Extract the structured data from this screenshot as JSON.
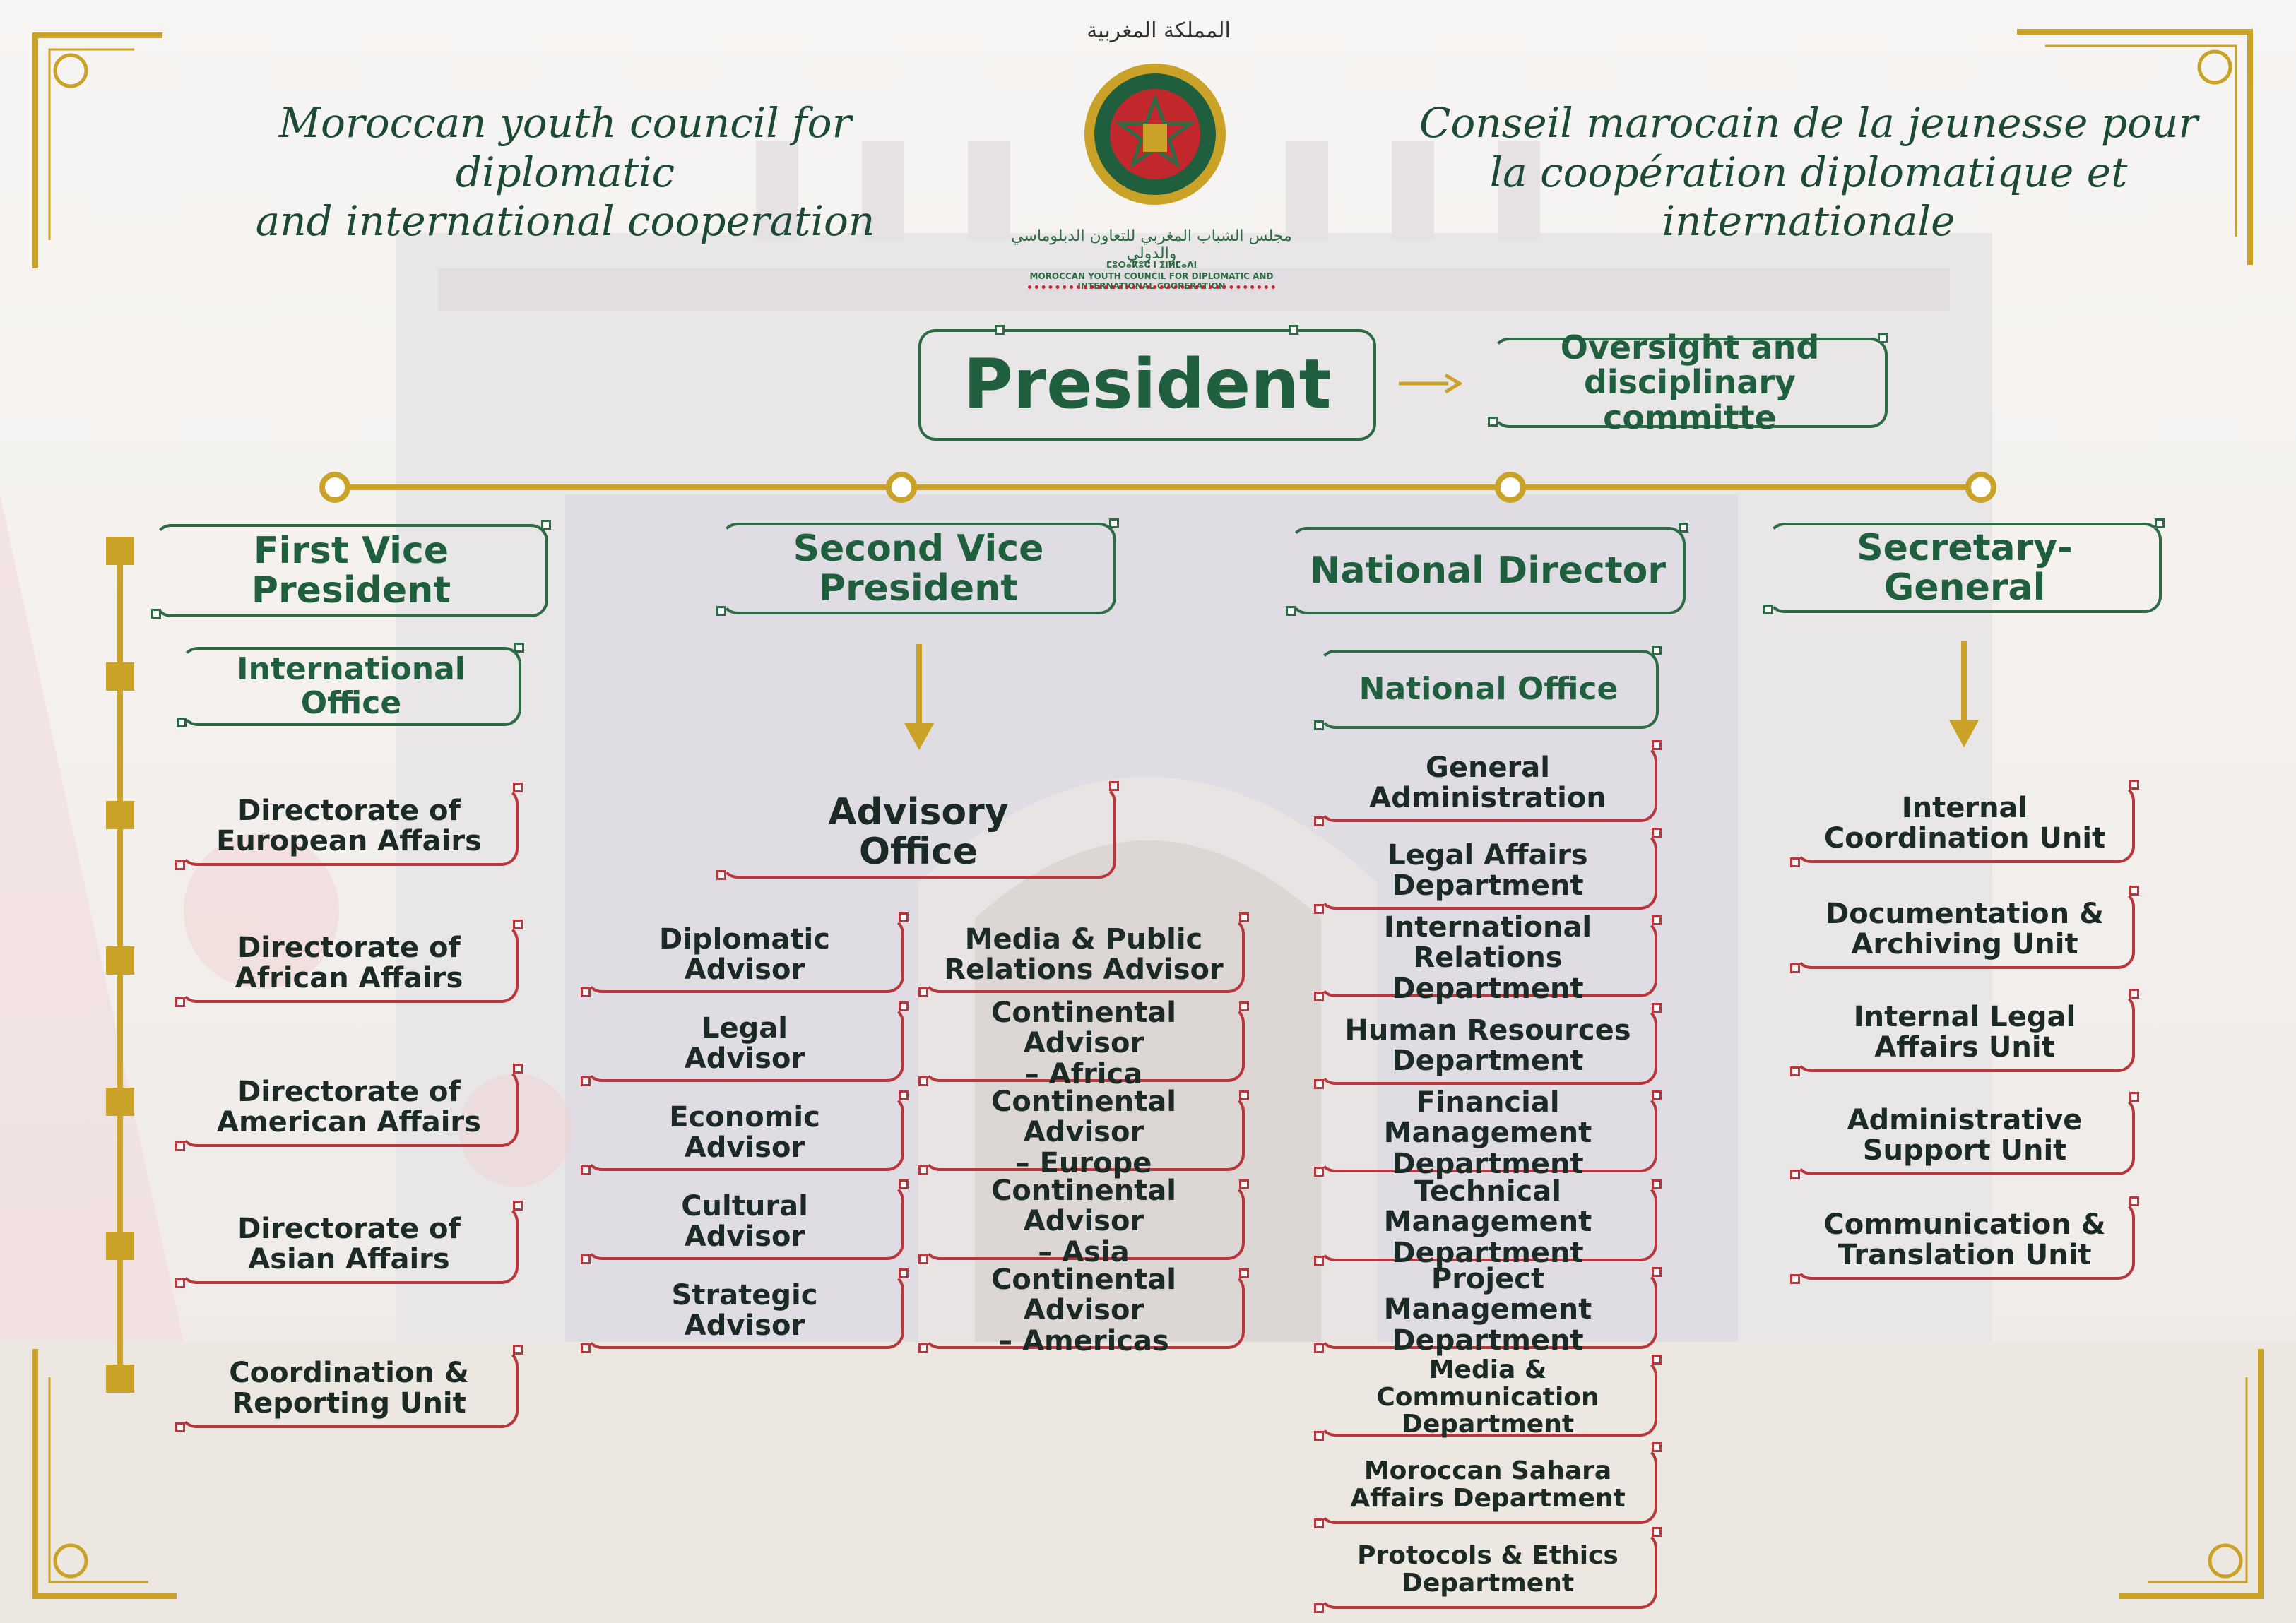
{
  "header": {
    "arabic_top": "المملكة المغربية",
    "title_en_line1": "Moroccan youth council for diplomatic",
    "title_en_line2": "and international cooperation",
    "title_fr_line1": "Conseil marocain de la jeunesse pour",
    "title_fr_line2": "la coopération diplomatique et internationale",
    "logo_caption_ar": "مجلس الشباب المغربي للتعاون الدبلوماسي والدولي",
    "logo_caption_tif": "ⵎⵓⵔⴰⴽⵓⵛ ⵏ ⵉⵏⵍⵎⴰⴷⵏ",
    "logo_caption_en": "MOROCCAN YOUTH COUNCIL FOR DIPLOMATIC AND INTERNATIONAL COOPERATION"
  },
  "president": "President",
  "oversight_line1": "Oversight and",
  "oversight_line2": "disciplinary committe",
  "columns": {
    "first_vp": {
      "title": "First Vice President",
      "office_line1": "International",
      "office_line2": "Office",
      "units": [
        [
          "Directorate of",
          "European Affairs"
        ],
        [
          "Directorate of",
          "African Affairs"
        ],
        [
          "Directorate of",
          "American Affairs"
        ],
        [
          "Directorate of",
          "Asian Affairs"
        ],
        [
          "Coordination &",
          "Reporting Unit"
        ]
      ]
    },
    "second_vp": {
      "title_line1": "Second Vice",
      "title_line2": "President",
      "office_line1": "Advisory",
      "office_line2": "Office",
      "left_units": [
        [
          "Diplomatic",
          "Advisor"
        ],
        [
          "Legal",
          "Advisor"
        ],
        [
          "Economic",
          "Advisor"
        ],
        [
          "Cultural",
          "Advisor"
        ],
        [
          "Strategic",
          "Advisor"
        ]
      ],
      "right_units": [
        [
          "Media & Public",
          "Relations Advisor"
        ],
        [
          "Continental Advisor",
          "– Africa"
        ],
        [
          "Continental Advisor",
          "– Europe"
        ],
        [
          "Continental Advisor",
          "– Asia"
        ],
        [
          "Continental Advisor",
          "– Americas"
        ]
      ]
    },
    "national_director": {
      "title": "National Director",
      "office": "National Office",
      "units": [
        [
          "General",
          "Administration"
        ],
        [
          "Legal Affairs",
          "Department"
        ],
        [
          "International Relations",
          "Department"
        ],
        [
          "Human Resources",
          "Department"
        ],
        [
          "Financial Management",
          "Department"
        ],
        [
          "Technical Management",
          "Department"
        ],
        [
          "Project Management",
          "Department"
        ],
        [
          "Media & Communication",
          "Department"
        ],
        [
          "Moroccan Sahara",
          "Affairs Department"
        ],
        [
          "Protocols & Ethics",
          "Department"
        ]
      ]
    },
    "secretary_general": {
      "title": "Secretary-General",
      "units": [
        [
          "Internal",
          "Coordination Unit"
        ],
        [
          "Documentation &",
          "Archiving Unit"
        ],
        [
          "Internal Legal",
          "Affairs Unit"
        ],
        [
          "Administrative",
          "Support Unit"
        ],
        [
          "Communication &",
          "Translation Unit"
        ]
      ]
    }
  },
  "colors": {
    "green": "#2c6b43",
    "red": "#b8363c",
    "gold": "#c9a227",
    "text_dark": "#1c2a26"
  }
}
